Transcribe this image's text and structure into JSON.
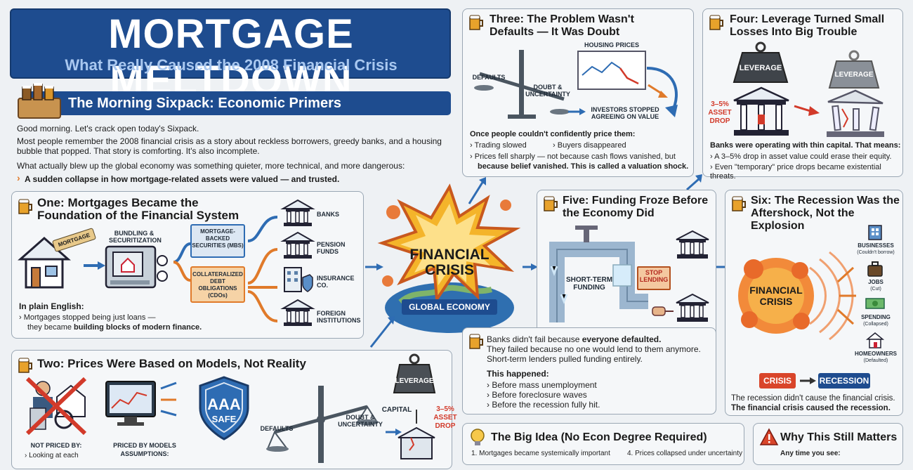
{
  "header": {
    "title": "MORTGAGE MELTDOWN",
    "subtitle": "What Really Caused the 2008 Financial Crisis"
  },
  "banner": {
    "title": "The Morning Sixpack: Economic Primers"
  },
  "intro": {
    "line1": "Good morning. Let's crack open today's Sixpack.",
    "line2": "Most people remember the 2008 financial crisis as a story about reckless borrowers, greedy banks, and a housing bubble that popped. That story is comforting. It's also incomplete.",
    "line3": "What actually blew up the global economy was something quieter, more technical, and more dangerous:",
    "line4": "A sudden collapse in how mortgage-related assets were valued — and trusted."
  },
  "center": {
    "title": "FINANCIAL CRISIS",
    "globe": "GLOBAL ECONOMY"
  },
  "one": {
    "title": "One: Mortgages Became the Foundation of the Financial System",
    "mortgage_tag": "MORTGAGE",
    "bundling": "BUNDLING & SECURITIZATION",
    "mbs": "MORTGAGE-BACKED SECURITIES (MBS)",
    "cdo": "COLLATERALIZED DEBT OBLIGATIONS (CDOs)",
    "inst": [
      "BANKS",
      "PENSION FUNDS",
      "INSURANCE CO.",
      "FOREIGN INSTITUTIONS"
    ],
    "plain": "In plain English:",
    "bullet_a": "Mortgages stopped being just loans —",
    "bullet_b": "they became ",
    "bullet_bold": "building blocks of modern finance."
  },
  "two": {
    "title": "Two: Prices Were Based on Models, Not Reality",
    "not_priced": "NOT PRICED BY:",
    "not_priced_item": "Looking at each",
    "priced_models": "PRICED BY MODELS",
    "assumptions": "ASSUMPTIONS:",
    "aaa": "AAA",
    "safe": "SAFE",
    "defaults": "DEFAULTS",
    "doubt": "DOUBT & UNCERTAINTY",
    "capital": "CAPITAL",
    "leverage": "LEVERAGE",
    "drop": "3–5% ASSET DROP"
  },
  "three": {
    "title": "Three: The Problem Wasn't Defaults — It Was Doubt",
    "housing": "HOUSING PRICES",
    "defaults": "DEFAULTS",
    "doubt": "DOUBT & UNCERTAINTY",
    "stopped": "INVESTORS STOPPED AGREEING ON VALUE",
    "lead": "Once people couldn't confidently price them:",
    "b1": "Trading slowed",
    "b2": "Buyers disappeared",
    "b3": "Prices fell sharply — not because cash flows vanished, but",
    "b3_bold": "because belief vanished. This is called a valuation shock."
  },
  "four": {
    "title": "Four: Leverage Turned Small Losses Into Big Trouble",
    "leverage": "LEVERAGE",
    "drop": "3–5% ASSET DROP",
    "lead": "Banks were operating with thin capital. That means:",
    "b1": "A 3–5% drop in asset value could erase their equity.",
    "b2": "Even \"temporary\" price drops became existential threats."
  },
  "five": {
    "title": "Five: Funding Froze Before the Economy Did",
    "short_term": "SHORT-TERM FUNDING",
    "stop": "STOP LENDING",
    "p1": "Banks didn't fail because ",
    "p1_bold": "everyone defaulted.",
    "p2": "They failed because no one would lend to them anymore.",
    "p3": "Short-term lenders pulled funding entirely.",
    "happened": "This happened:",
    "h": [
      "Before mass unemployment",
      "Before foreclosure waves",
      "Before the recession fully hit."
    ]
  },
  "six": {
    "title": "Six: The Recession Was the Aftershock, Not the Explosion",
    "blast": "FINANCIAL CRISIS",
    "items": [
      {
        "label": "BUSINESSES",
        "sub": "(Couldn't borrow)"
      },
      {
        "label": "JOBS",
        "sub": "(Cut)"
      },
      {
        "label": "SPENDING",
        "sub": "(Collapsed)"
      },
      {
        "label": "HOMEOWNERS",
        "sub": "(Defaulted)"
      }
    ],
    "crisis": "CRISIS",
    "recession": "RECESSION",
    "c1": "The recession didn't cause the financial crisis.",
    "c2": "The financial crisis caused the recession."
  },
  "bigidea": {
    "title": "The Big Idea (No Econ Degree Required)",
    "i1": "1. Mortgages became systemically important",
    "i4": "4. Prices collapsed under uncertainty"
  },
  "matters": {
    "title": "Why This Still Matters",
    "sub": "Any time you see:"
  },
  "colors": {
    "navy": "#1e4c8f",
    "orange": "#e07a2a",
    "red": "#c83a2a",
    "accent": "#d9952b"
  }
}
